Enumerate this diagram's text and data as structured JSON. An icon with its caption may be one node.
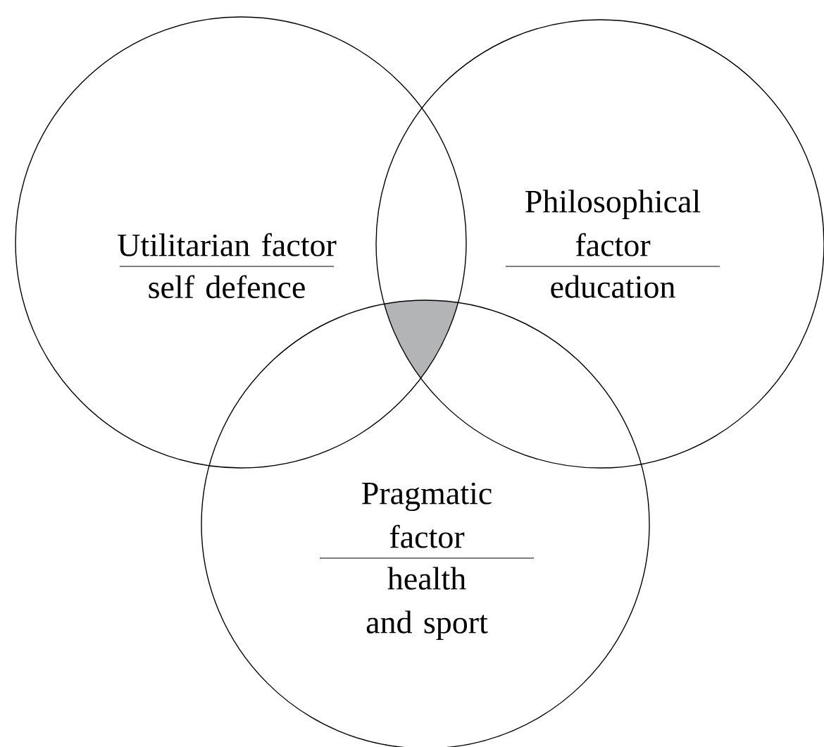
{
  "diagram": {
    "nodes": [
      {
        "text": [
          "Utilitarian factor",
          "self defence"
        ]
      },
      {
        "text": [
          "Philosophical factor",
          "education"
        ]
      },
      {
        "text": [
          "Pragmatic factor",
          "health and sport"
        ]
      },
      {
        "text": [],
        "shape": "region"
      }
    ]
  }
}
